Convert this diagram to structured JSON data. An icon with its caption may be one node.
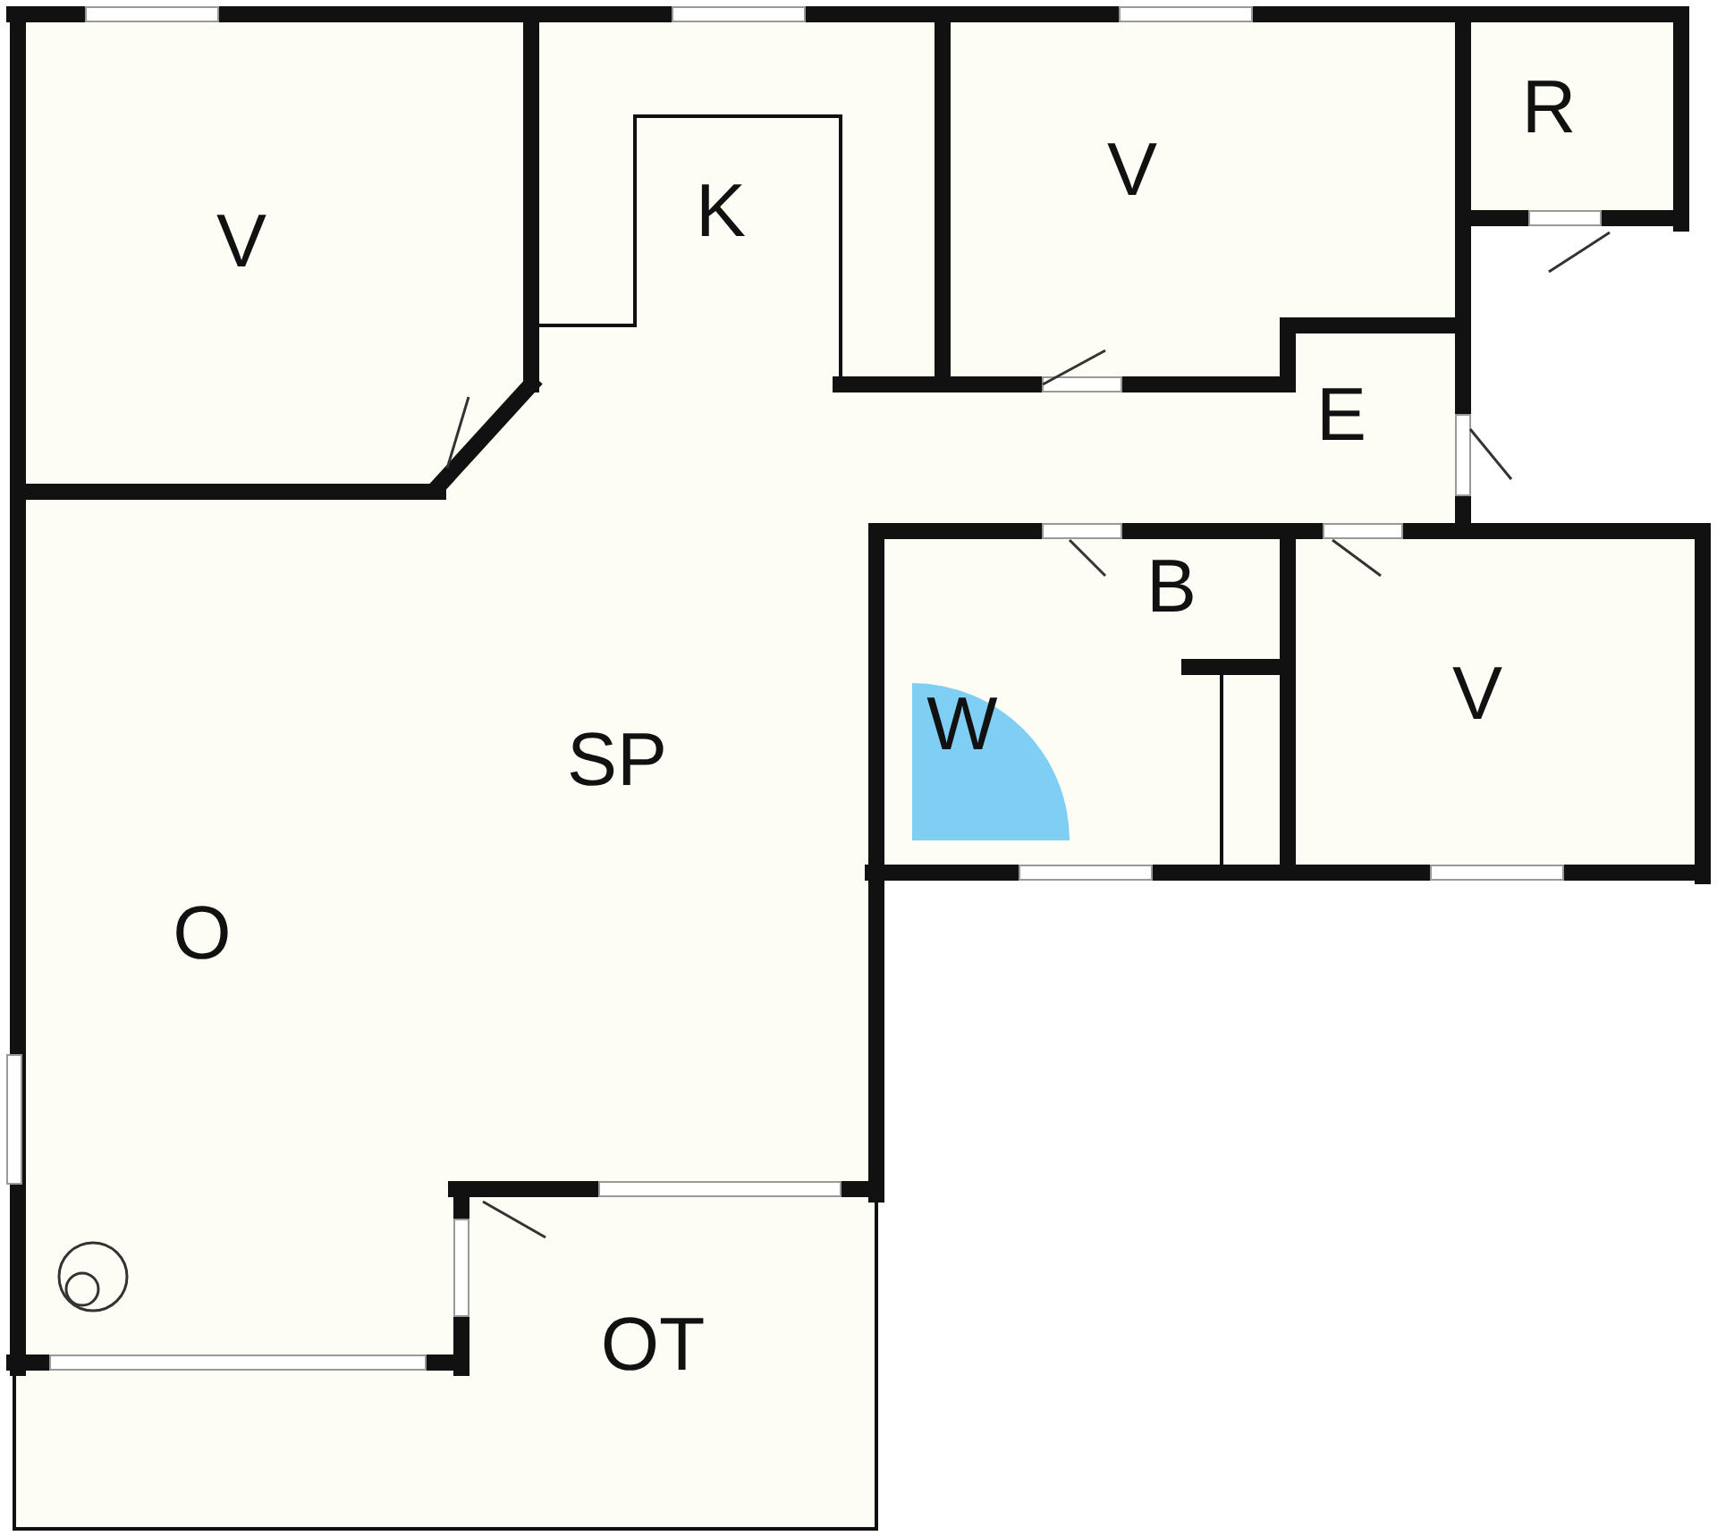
{
  "diagram": {
    "labels": [
      "V",
      "K",
      "V",
      "R",
      "E",
      "B",
      "V",
      "W",
      "SP",
      "O",
      "OT"
    ]
  }
}
